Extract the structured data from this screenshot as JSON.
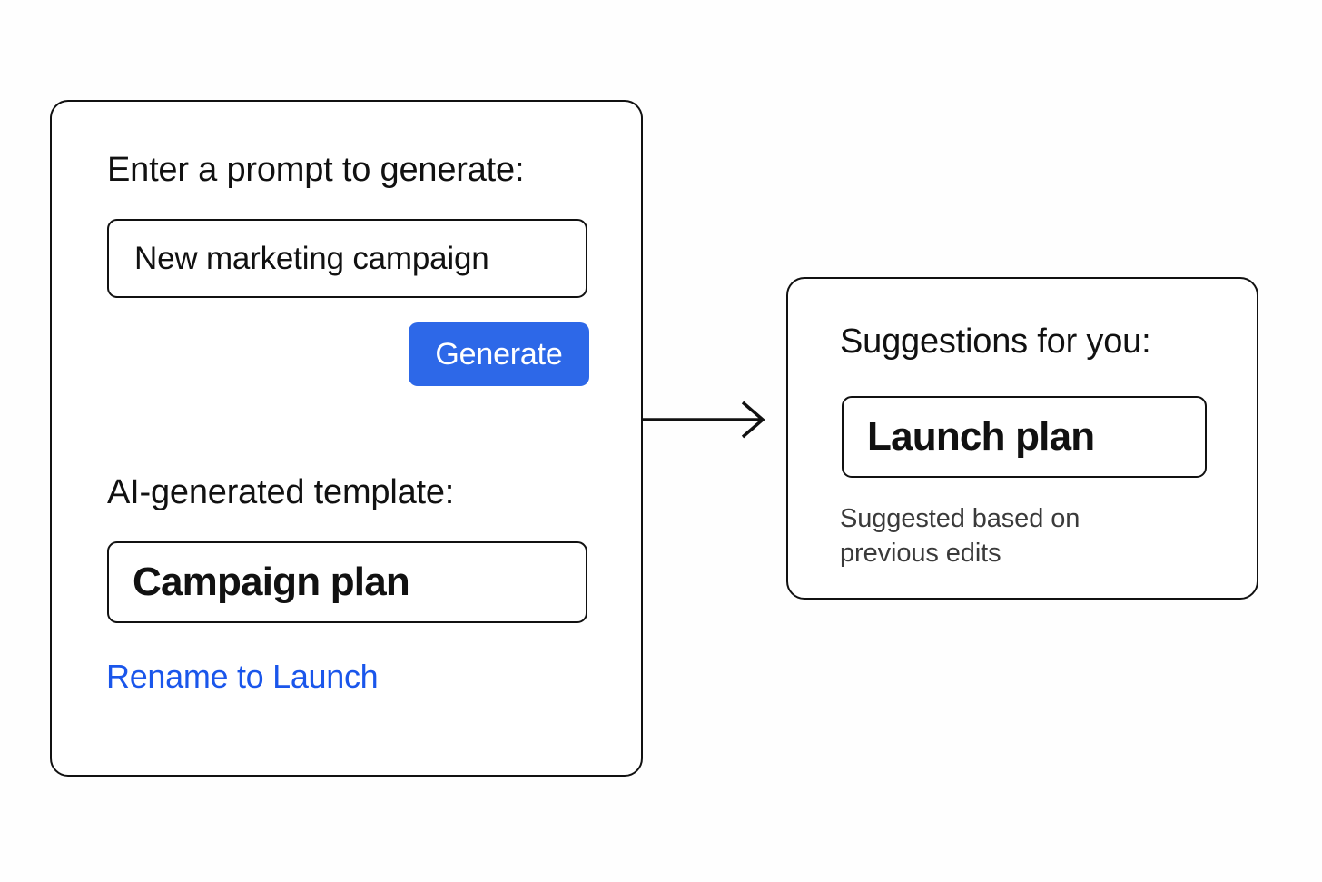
{
  "generator_card": {
    "prompt_heading": "Enter a prompt to generate:",
    "prompt_input": {
      "value": "New marketing campaign",
      "placeholder": "New marketing campaign"
    },
    "generate_button_label": "Generate",
    "template_heading": "AI-generated template:",
    "template_name": "Campaign plan",
    "rename_link_label": "Rename to Launch"
  },
  "suggestions_card": {
    "heading": "Suggestions for you:",
    "suggestion_name": "Launch plan",
    "caption": "Suggested based on previous edits"
  },
  "connector": {
    "direction": "left-card-to-suggestions-card",
    "arrow_glyph": "→"
  },
  "colors": {
    "accent_button": "#2d68e8",
    "link": "#1a56eb",
    "stroke": "#111111",
    "background": "#fefefe",
    "caption_text": "#3a3a3a"
  }
}
